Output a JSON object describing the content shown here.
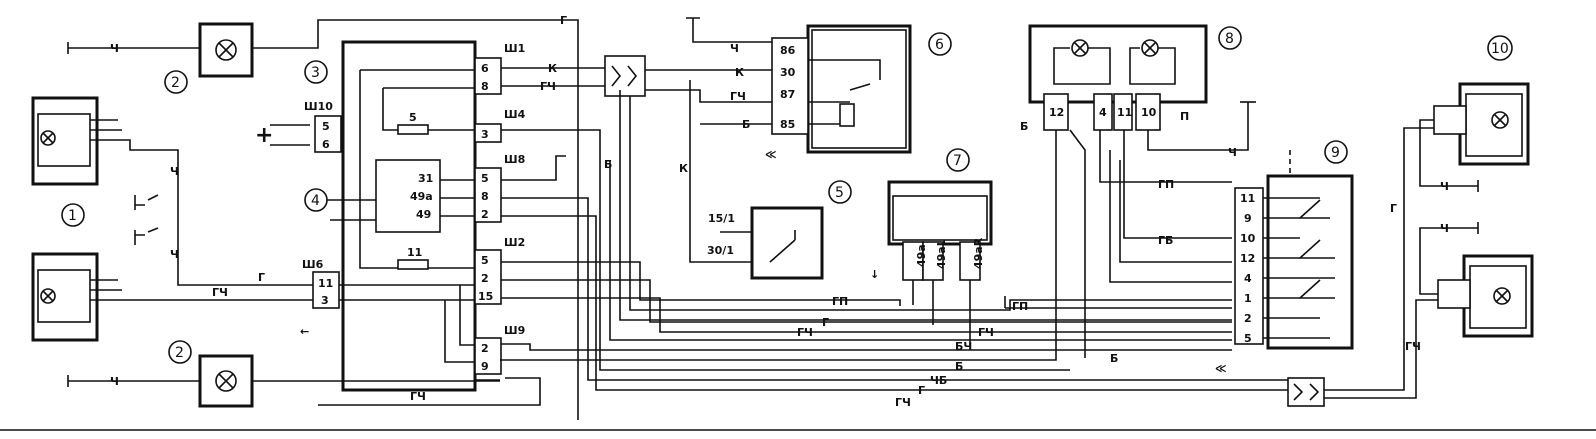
{
  "callouts": [
    "1",
    "2",
    "2",
    "3",
    "4",
    "5",
    "6",
    "7",
    "8",
    "9",
    "10"
  ],
  "plus_sign": "+",
  "connector_labels": {
    "sh1": "Ш1",
    "sh4": "Ш4",
    "sh8": "Ш8",
    "sh2": "Ш2",
    "sh9": "Ш9",
    "sh10": "Ш10",
    "sh6": "Ш6"
  },
  "sh1_pins": [
    "6",
    "8"
  ],
  "sh10_pins": [
    "5",
    "6"
  ],
  "sh4_pins": [
    "3"
  ],
  "sh8_pins": [
    "5",
    "8",
    "2"
  ],
  "sh2_pins": [
    "5",
    "2",
    "15"
  ],
  "sh9_pins": [
    "2",
    "9"
  ],
  "sh6_pins": [
    "11",
    "3"
  ],
  "fuse_labels": [
    "5",
    "11"
  ],
  "block4_labels": [
    "31",
    "49a",
    "49"
  ],
  "relay6_pins": [
    "86",
    "30",
    "87",
    "85"
  ],
  "switch5_pins": [
    "15/1",
    "30/1"
  ],
  "block7_pins": [
    "49a",
    "49aL",
    "49aR"
  ],
  "block8_pins": [
    "12",
    "4",
    "11",
    "10"
  ],
  "block9_pins": [
    "11",
    "9",
    "10",
    "12",
    "4",
    "1",
    "2",
    "5"
  ],
  "wire_colors": {
    "g": "Г",
    "ch": "Ч",
    "gch": "ГЧ",
    "k": "К",
    "b": "Б",
    "gb": "ГБ",
    "gp": "ГП",
    "bch": "БЧ",
    "chb": "ЧБ",
    "p": "П"
  }
}
